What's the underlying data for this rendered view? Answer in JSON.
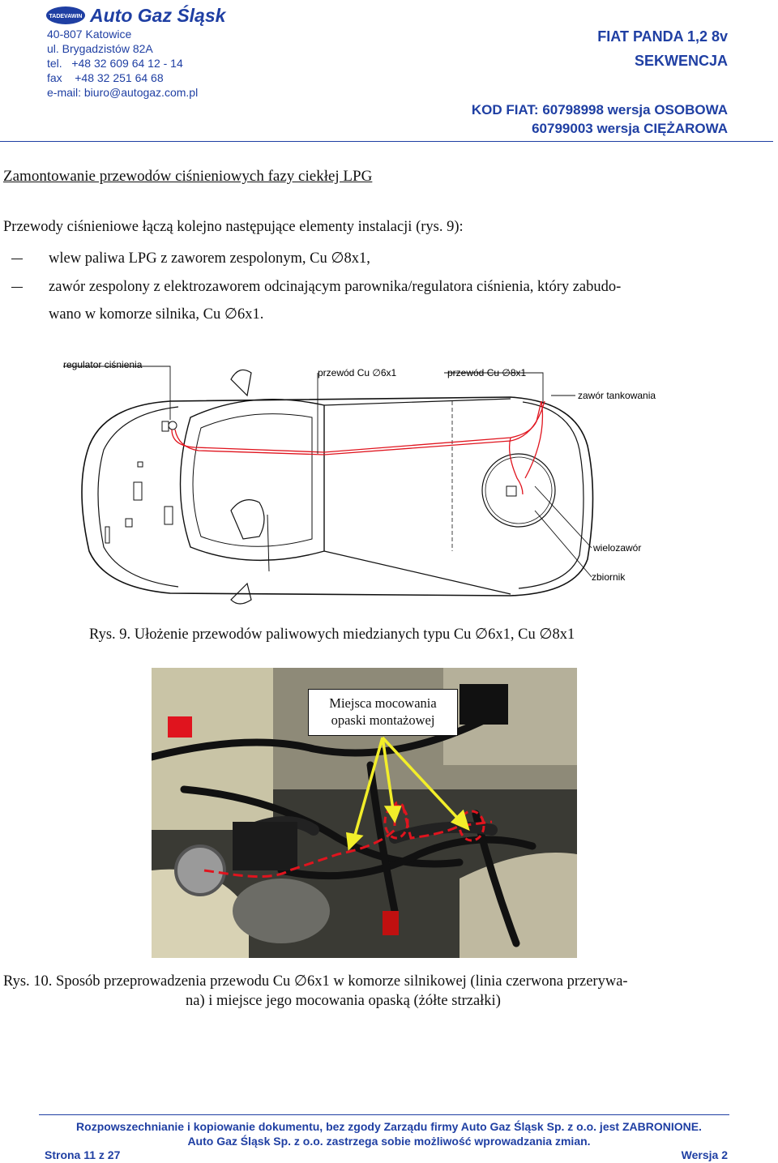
{
  "header": {
    "logo_small": "TADEVAWIN",
    "logo_text": "Auto Gaz Śląsk",
    "address": [
      "40-807 Katowice",
      "ul. Brygadzistów 82A",
      "tel.   +48 32 609 64 12 - 14",
      "fax    +48 32 251 64 68",
      "e-mail: biuro@autogaz.com.pl"
    ],
    "title_lines": [
      "FIAT PANDA 1,2 8v",
      "SEKWENCJA"
    ],
    "code_lines": [
      "KOD FIAT: 60798998 wersja OSOBOWA",
      "60799003 wersja CIĘŻAROWA"
    ]
  },
  "section_title": "Zamontowanie przewodów ciśnieniowych fazy ciekłej LPG",
  "intro": "Przewody ciśnieniowe łączą kolejno następujące elementy instalacji (rys. 9):",
  "bullets": [
    {
      "line1": "wlew paliwa LPG z zaworem zespolonym, Cu ∅8x1,",
      "line2": ""
    },
    {
      "line1": "zawór zespolony z elektrozaworem odcinającym parownika/regulatora ciśnienia, który zabudo-",
      "line2": "wano w komorze silnika, Cu ∅6x1."
    }
  ],
  "diagram_labels": {
    "regulator": "regulator ciśnienia",
    "pipe6": "przewód Cu ∅6x1",
    "pipe8": "przewód Cu ∅8x1",
    "valve": "zawór tankowania",
    "multivalve": "wielozawór",
    "tank": "zbiornik"
  },
  "caption1": "Rys. 9. Ułożenie przewodów paliwowych miedzianych typu Cu ∅6x1, Cu ∅8x1",
  "photo_callout": [
    "Miejsca mocowania",
    "opaski montażowej"
  ],
  "caption2_lines": [
    "Rys. 10. Sposób przeprowadzenia przewodu Cu ∅6x1 w komorze silnikowej (linia czerwona przerywa-",
    "na) i miejsce jego mocowania opaską (żółte strzałki)"
  ],
  "footer": {
    "line1": "Rozpowszechnianie i kopiowanie dokumentu, bez zgody Zarządu firmy Auto Gaz Śląsk Sp. z o.o. jest ZABRONIONE.",
    "line2": "Auto Gaz Śląsk Sp. z o.o. zastrzega sobie możliwość wprowadzania zmian.",
    "page": "Strona 11 z 27",
    "version": "Wersja 2"
  },
  "colors": {
    "brand_blue": "#1f3fa3",
    "pipe_red": "#e0141e",
    "arrow_yellow": "#f2ee2a"
  }
}
